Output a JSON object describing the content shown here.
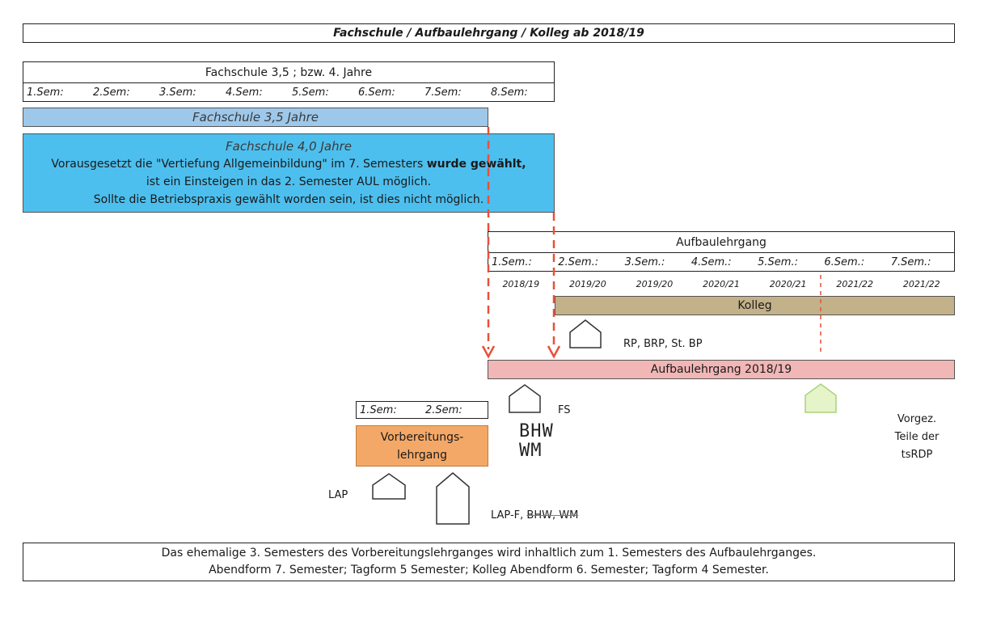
{
  "title": "Fachschule / Aufbaulehrgang / Kolleg ab 2018/19",
  "fachschule_table": {
    "header": "Fachschule 3,5 ; bzw. 4. Jahre",
    "semesters": [
      "1.Sem:",
      "2.Sem:",
      "3.Sem:",
      "4.Sem:",
      "5.Sem:",
      "6.Sem:",
      "7.Sem:",
      "8.Sem:"
    ]
  },
  "fs35_bar": {
    "label": "Fachschule 3,5 Jahre",
    "color": "#9ec8ea"
  },
  "fs40_box": {
    "title": "Fachschule 4,0 Jahre",
    "line1_pre": "Vorausgesetzt die \"Vertiefung  Allgemeinbildung\" im 7. Semesters ",
    "line1_bold": "wurde gewählt,",
    "line2": "ist ein Einsteigen in das 2. Semester AUL möglich.",
    "line3": "Sollte die Betriebspraxis gewählt worden sein, ist dies nicht möglich.",
    "color": "#4dbfee"
  },
  "aul_table": {
    "header": "Aufbaulehrgang",
    "semesters": [
      "1.Sem.:",
      "2.Sem.:",
      "3.Sem.:",
      "4.Sem.:",
      "5.Sem.:",
      "6.Sem.:",
      "7.Sem.:"
    ],
    "years": [
      "2018/19",
      "2019/20",
      "2019/20",
      "2020/21",
      "2020/21",
      "2021/22",
      "2021/22"
    ]
  },
  "kolleg_bar": {
    "label": "Kolleg",
    "color": "#c2b189"
  },
  "aul_bar": {
    "label": "Aufbaulehrgang 2018/19",
    "color": "#f1b6b6"
  },
  "exam_labels": {
    "rp": "RP, BRP, St. BP",
    "fs": "FS",
    "lap": "LAP",
    "lapf_pre": "LAP-F, ",
    "lapf_struck": "BHW, WM",
    "vorgez": [
      "Vorgez.",
      "Teile der",
      "tsRDP"
    ]
  },
  "handwritten": [
    "BHW",
    "WM"
  ],
  "vorb_table": {
    "semesters": [
      "1.Sem:",
      "2.Sem:"
    ]
  },
  "vorb_bar": {
    "label_line1": "Vorbereitungs-",
    "label_line2": "lehrgang",
    "color": "#f4a867"
  },
  "footer": {
    "line1": "Das ehemalige 3. Semesters des Vorbereitungslehrganges wird inhaltlich zum 1. Semesters des Aufbaulehrganges.",
    "line2": "Abendform 7. Semester; Tagform 5 Semester; Kolleg Abendform 6. Semester; Tagform 4 Semester."
  },
  "arrow_color": "#e8503a"
}
